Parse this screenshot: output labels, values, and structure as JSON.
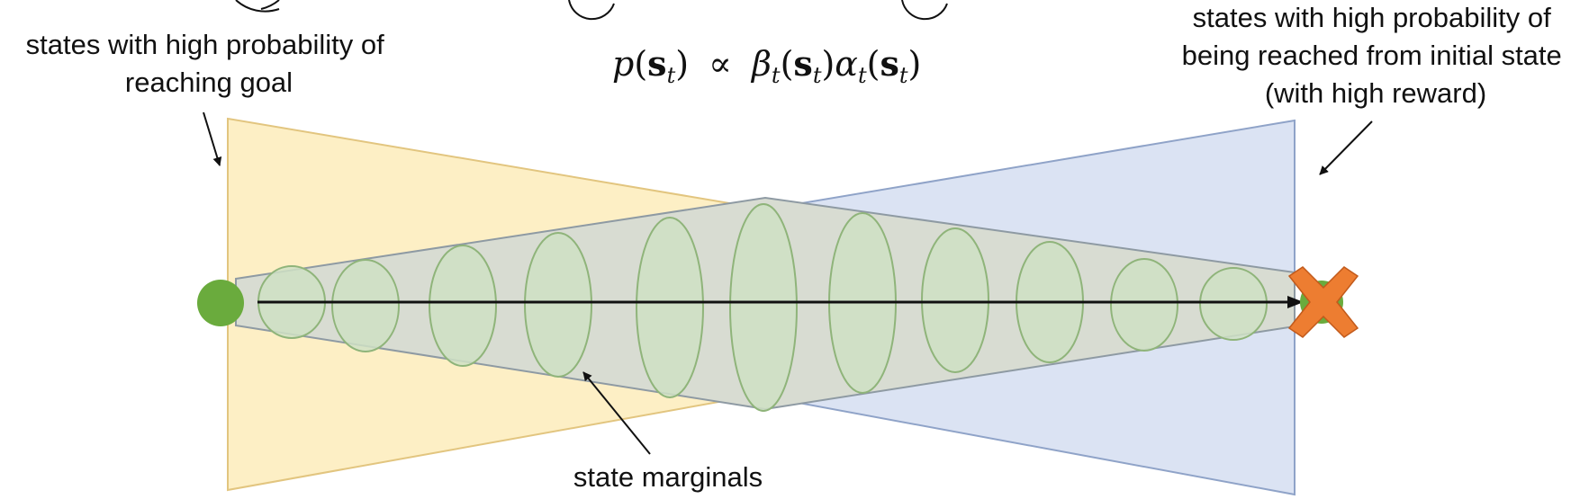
{
  "formula": {
    "p": "p",
    "open": "(",
    "s": "s",
    "t": "t",
    "close": ")",
    "prop": "∝",
    "beta": "β",
    "alpha": "α"
  },
  "labels": {
    "left_line1": "states with high probability of",
    "left_line2": "reaching goal",
    "right_line1": "states with high probability of",
    "right_line2": "being reached from initial state",
    "right_line3": "(with high reward)",
    "bottom": "state marginals"
  },
  "colors": {
    "backward_region": "#fdefc5",
    "forward_region": "#d9e1f2",
    "marginal_fill": "#cfe0c4",
    "marginal_stroke": "#8fb47a",
    "start_dot": "#6aab3d",
    "goal_cross": "#ed7d31"
  },
  "icons": {
    "start": "green-circle-icon",
    "goal": "orange-x-icon"
  }
}
